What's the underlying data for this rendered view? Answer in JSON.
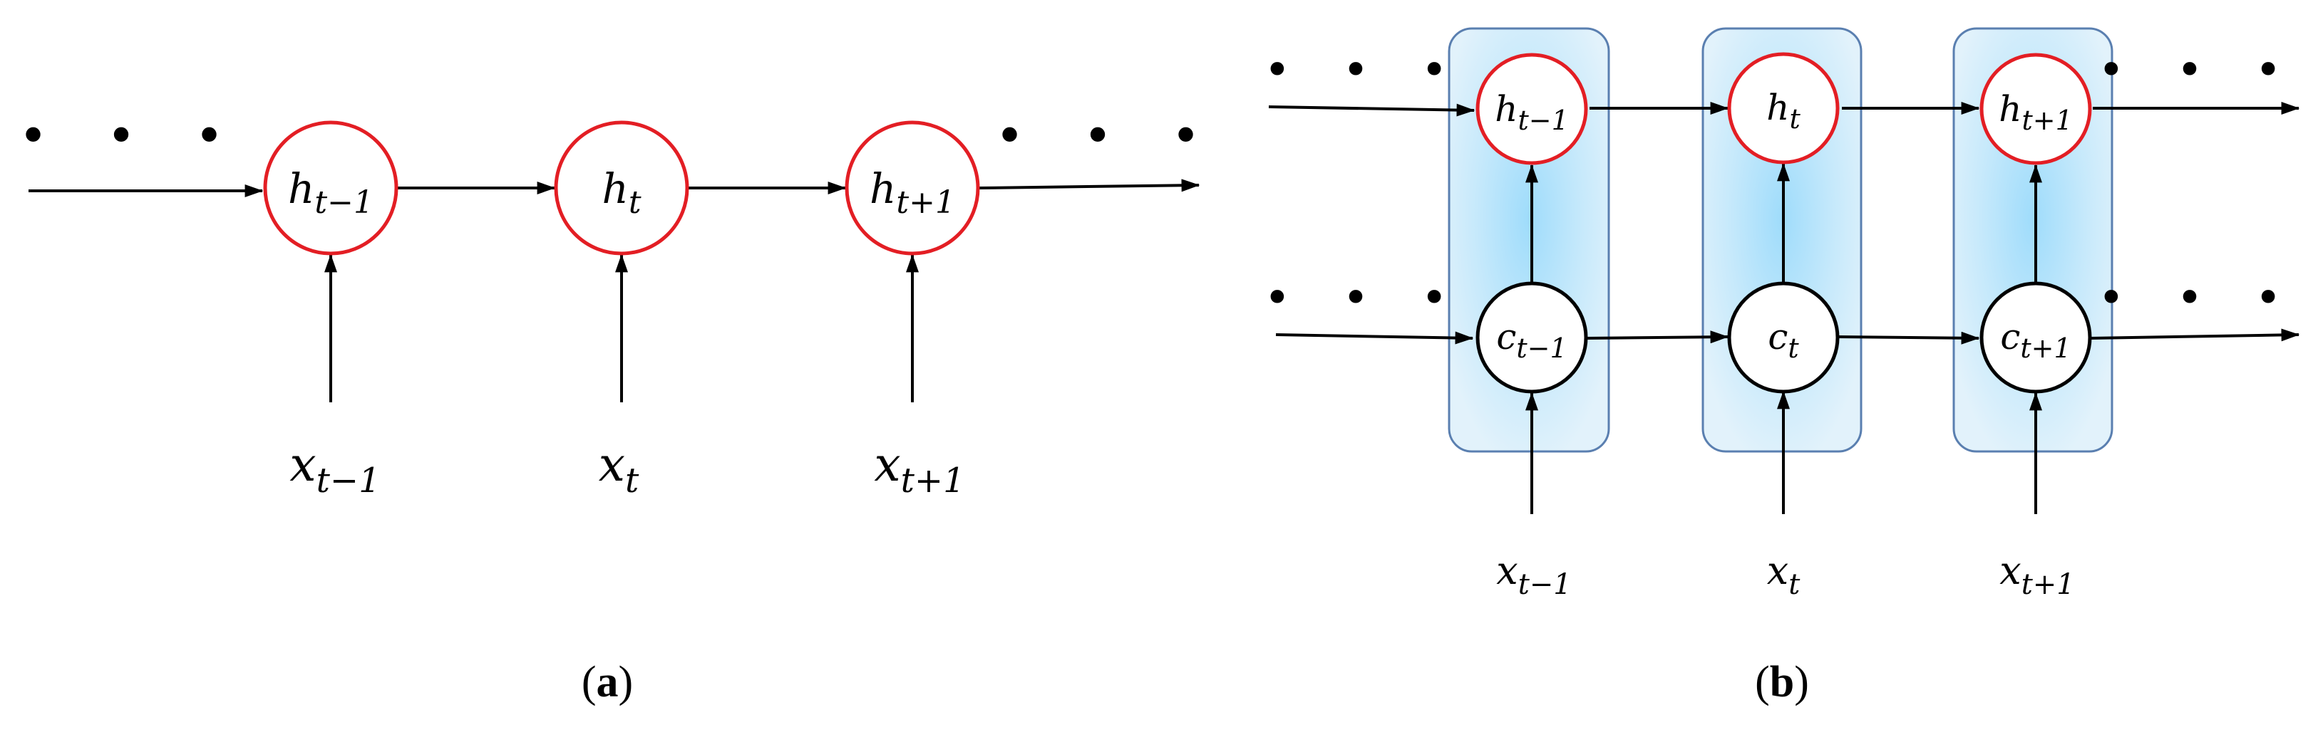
{
  "colors": {
    "hidden_stroke": "#e31e24",
    "cell_stroke": "#000000",
    "arrow": "#000000",
    "block_fill_center": "#b3e3fb",
    "block_fill_edge": "#d8effb",
    "block_stroke": "#5a7fb0"
  },
  "panel_a": {
    "caption_open": "(",
    "caption_letter": "a",
    "caption_close": ")",
    "continuation": "• • •",
    "hidden_nodes": [
      {
        "base": "h",
        "sub": "t−1"
      },
      {
        "base": "h",
        "sub": "t"
      },
      {
        "base": "h",
        "sub": "t+1"
      }
    ],
    "inputs": [
      {
        "base": "x",
        "sub": "t−1"
      },
      {
        "base": "x",
        "sub": "t"
      },
      {
        "base": "x",
        "sub": "t+1"
      }
    ]
  },
  "panel_b": {
    "caption_open": "(",
    "caption_letter": "b",
    "caption_close": ")",
    "continuation": "• • •",
    "hidden_nodes": [
      {
        "base": "h",
        "sub": "t−1"
      },
      {
        "base": "h",
        "sub": "t"
      },
      {
        "base": "h",
        "sub": "t+1"
      }
    ],
    "cell_nodes": [
      {
        "base": "c",
        "sub": "t−1"
      },
      {
        "base": "c",
        "sub": "t"
      },
      {
        "base": "c",
        "sub": "t+1"
      }
    ],
    "inputs": [
      {
        "base": "x",
        "sub": "t−1"
      },
      {
        "base": "x",
        "sub": "t"
      },
      {
        "base": "x",
        "sub": "t+1"
      }
    ]
  }
}
